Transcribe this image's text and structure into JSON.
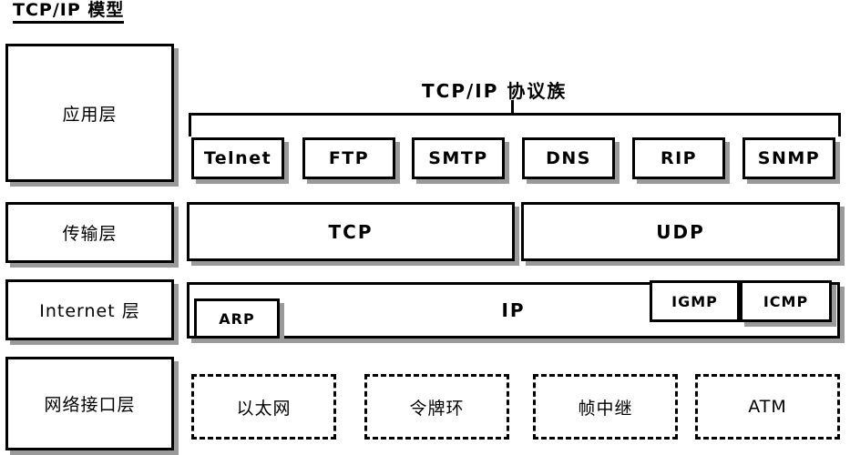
{
  "title": "TCP/IP 模型",
  "suite_caption": "TCP/IP 协议族",
  "layers": [
    {
      "name": "application",
      "label": "应用层"
    },
    {
      "name": "transport",
      "label": "传输层"
    },
    {
      "name": "internet",
      "label": "Internet 层"
    },
    {
      "name": "link",
      "label": "网络接口层"
    }
  ],
  "application_protocols": [
    {
      "label": "Telnet"
    },
    {
      "label": "FTP"
    },
    {
      "label": "SMTP"
    },
    {
      "label": "DNS"
    },
    {
      "label": "RIP"
    },
    {
      "label": "SNMP"
    }
  ],
  "transport_protocols": [
    {
      "label": "TCP"
    },
    {
      "label": "UDP"
    }
  ],
  "internet_protocols": {
    "main": "IP",
    "left": "ARP",
    "right": [
      {
        "label": "IGMP"
      },
      {
        "label": "ICMP"
      }
    ]
  },
  "link_technologies": [
    {
      "label": "以太网"
    },
    {
      "label": "令牌环"
    },
    {
      "label": "帧中继"
    },
    {
      "label": "ATM"
    }
  ],
  "colors": {
    "line": "#000000",
    "shadow": "#9a9a9a",
    "background": "#ffffff",
    "fill": "#ffffff"
  }
}
